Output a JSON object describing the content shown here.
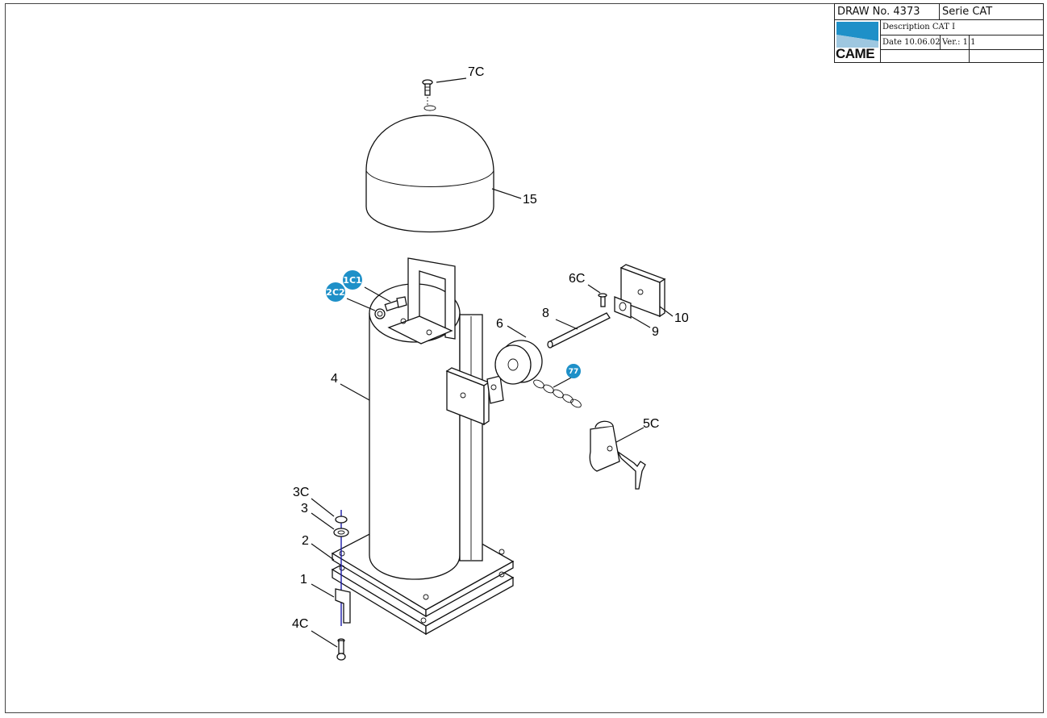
{
  "title_block": {
    "draw_no": "DRAW No. 4373",
    "serie": "Serie CAT",
    "description": "Description CAT I",
    "date": "Date 10.06.02",
    "version": "Ver.: 1.1",
    "logo_text": "CAME"
  },
  "labels": {
    "p7c": "7C",
    "p15": "15",
    "p6c": "6C",
    "p8": "8",
    "p10": "10",
    "p9": "9",
    "p6": "6",
    "p4": "4",
    "p5c": "5C",
    "p3c": "3C",
    "p3": "3",
    "p2": "2",
    "p1": "1",
    "p4c": "4C"
  },
  "hotspots": {
    "h1": "1C1",
    "h2": "2C2",
    "h3": "77"
  },
  "colors": {
    "hotspot": "#1e90c8",
    "line": "#111111"
  }
}
